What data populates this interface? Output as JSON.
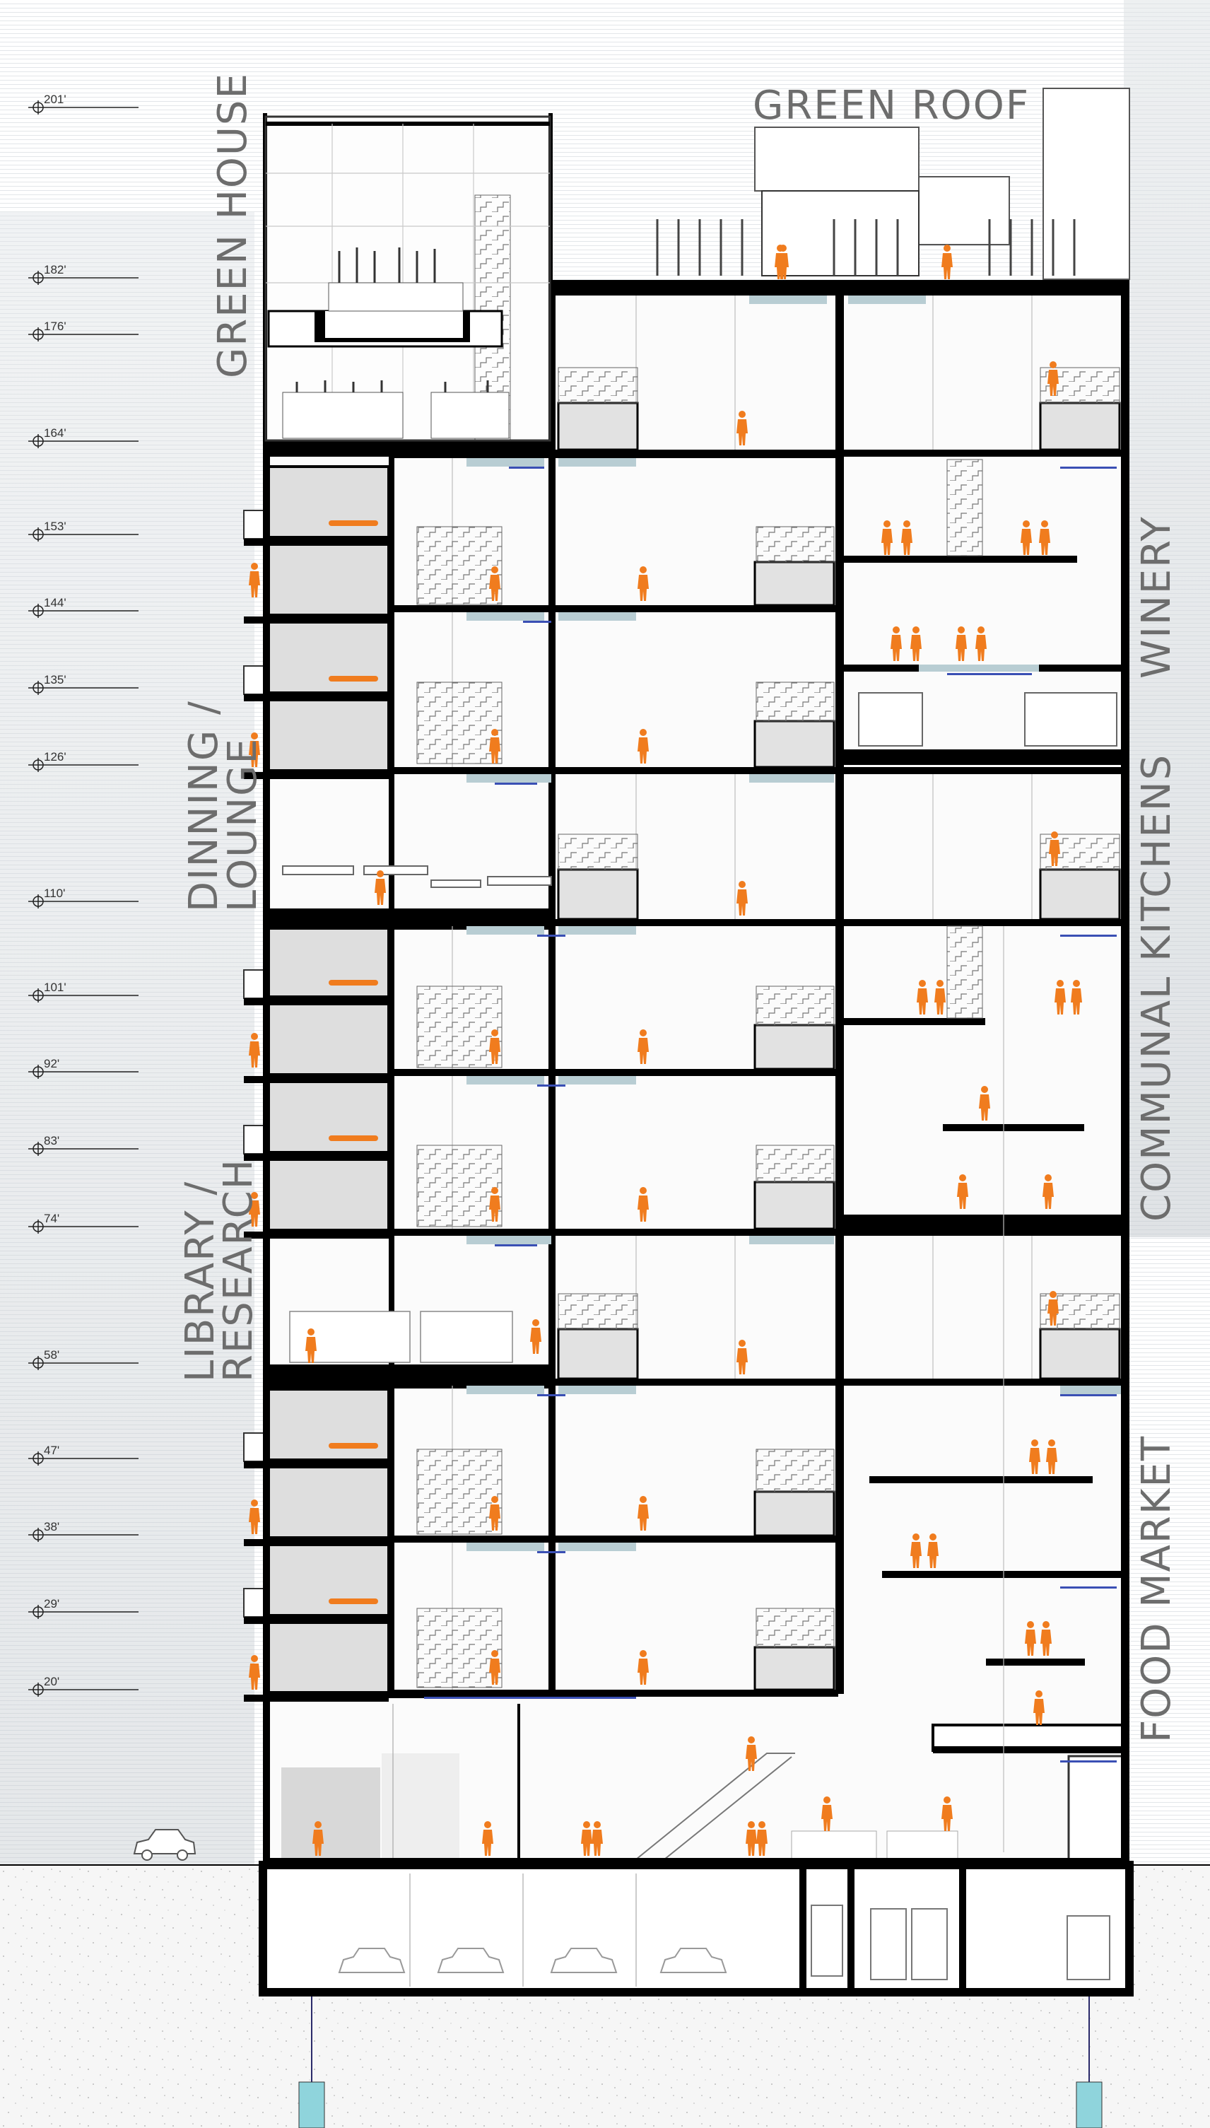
{
  "labels": {
    "green_roof": "GREEN ROOF",
    "green_house": "GREEN HOUSE",
    "winery": "WINERY",
    "dinning_line1": "DINNING /",
    "dinning_line2": "LOUNGE",
    "communal_kitchens": "COMMUNAL KITCHENS",
    "library_line1": "LIBRARY /",
    "library_line2": "RESEARCH",
    "food_market": "FOOD MARKET"
  },
  "elevations": [
    "201'",
    "182'",
    "176'",
    "164'",
    "153'",
    "144'",
    "135'",
    "126'",
    "110'",
    "101'",
    "92'",
    "83'",
    "74'",
    "58'",
    "47'",
    "38'",
    "29'",
    "20'"
  ],
  "colors": {
    "structure": "#000000",
    "people": "#f07c1e",
    "glass": "#b8cdd3",
    "accent_blue": "#3a4fb4",
    "background_lines": "#e1e4e7",
    "label_text": "#6d6d6d",
    "soil": "#f4f4f4",
    "piles": "#8fd4dc"
  },
  "icons": [
    "person-figure-icon",
    "car-icon",
    "stair-icon",
    "bed-icon",
    "plant-icon"
  ]
}
